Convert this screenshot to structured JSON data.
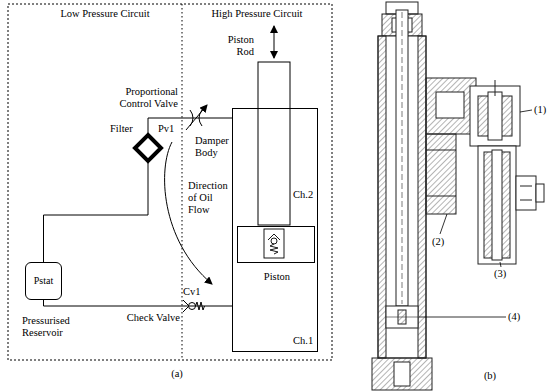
{
  "diagram": {
    "nodes": [
      {
        "text": [
          "Pstat",
          "Pressurised Reservoir"
        ]
      },
      {
        "text": [
          "Filter"
        ]
      },
      {
        "text": [
          "Damper Body",
          "Ch.2",
          "Ch.1"
        ]
      },
      {
        "text": [
          "Piston"
        ],
        "in": 2
      }
    ],
    "edges": [
      {
        "from": 0,
        "to": 1,
        "arrow": "none"
      },
      {
        "from": 1,
        "to": 2,
        "arrow": "none"
      },
      {
        "from": 2,
        "to": 0,
        "arrow": "none"
      }
    ],
    "labels": [
      "Low Pressure Circuit",
      "High Pressure Circuit",
      "Proportional Control Valve",
      "Pv1",
      "Direction of Oil Flow",
      "Cv1",
      "Check Valve",
      "Piston Rod",
      "(a)",
      "(1)",
      "(2)",
      "(3)",
      "(4)",
      "(b)"
    ]
  }
}
